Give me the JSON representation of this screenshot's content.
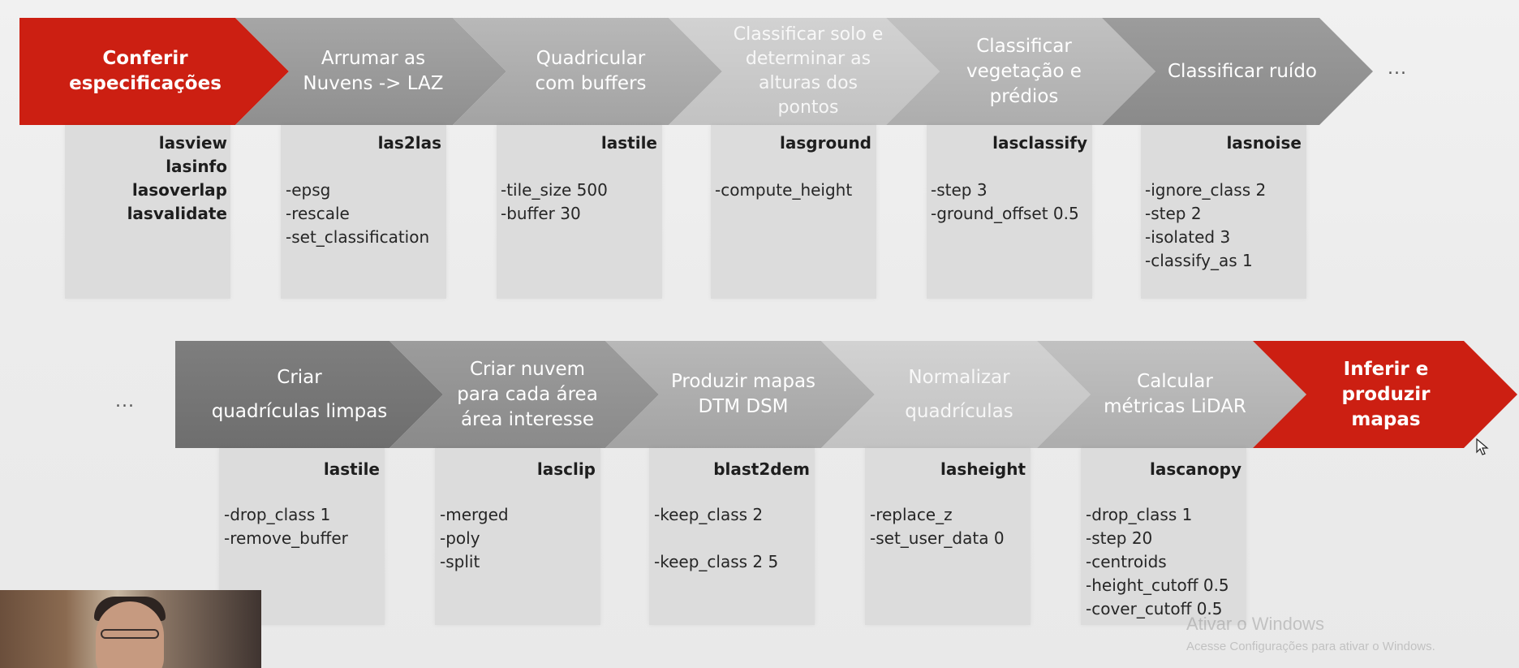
{
  "top_row": {
    "steps": [
      {
        "label": "Conferir\nespecificações",
        "tool": "lasview\nlasinfo\nlasoverlap\nlasvalidate",
        "params": ""
      },
      {
        "label": "Arrumar as\nNuvens -> LAZ",
        "tool": "las2las",
        "params": "-epsg\n-rescale\n-set_classification"
      },
      {
        "label": "Quadricular\ncom buffers",
        "tool": "lastile",
        "params": "-tile_size 500\n-buffer 30"
      },
      {
        "label": "Classificar solo e\ndeterminar  as\nalturas dos\npontos",
        "tool": "lasground",
        "params": "-compute_height"
      },
      {
        "label": "Classificar\nvegetação e\nprédios",
        "tool": "lasclassify",
        "params": "-step 3\n-ground_offset 0.5"
      },
      {
        "label": "Classificar ruído",
        "tool": "lasnoise",
        "params": "-ignore_class 2\n-step 2\n-isolated 3\n-classify_as 1"
      }
    ],
    "ellipsis": "..."
  },
  "bottom_row": {
    "ellipsis": "...",
    "steps": [
      {
        "label": "Criar\nquadrículas limpas",
        "tool": "lastile",
        "params": "-drop_class 1\n-remove_buffer"
      },
      {
        "label": "Criar nuvem\npara cada área\nárea interesse",
        "tool": "lasclip",
        "params": "-merged\n-poly\n-split"
      },
      {
        "label": "Produzir mapas\nDTM DSM",
        "tool": "blast2dem",
        "params": "-keep_class 2\n\n-keep_class 2 5"
      },
      {
        "label": "Normalizar\nquadrículas",
        "tool": "lasheight",
        "params": "-replace_z\n-set_user_data 0"
      },
      {
        "label": "Calcular\nmétricas LiDAR",
        "tool": "lascanopy",
        "params": "-drop_class 1\n-step 20\n-centroids\n-height_cutoff 0.5\n-cover_cutoff 0.5"
      },
      {
        "label": "Inferir e\nproduzir\nmapas",
        "tool": "",
        "params": ""
      }
    ]
  },
  "watermark": {
    "title": "Ativar o Windows",
    "subtitle": "Acesse Configurações para ativar o Windows."
  },
  "colors": {
    "red": "#cc1f12",
    "dark_grey": "#8d8d8d",
    "mid_grey": "#a8a8a8",
    "light_grey": "#cbcbcb"
  }
}
